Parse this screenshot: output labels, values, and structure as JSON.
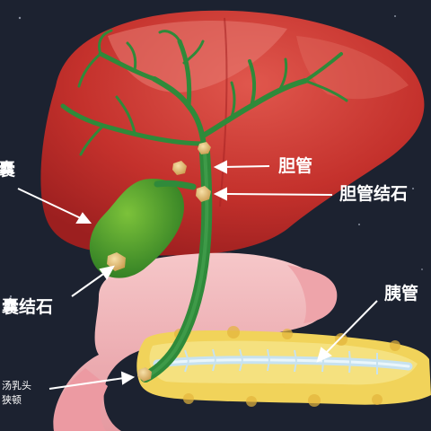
{
  "labels": {
    "gallbladder": "囊",
    "bile_duct": "胆管",
    "bile_duct_stone": "胆管结石",
    "gallbladder_stone": "囊结石",
    "pancreatic_duct": "胰管",
    "papilla_line1": "汤乳头",
    "papilla_line2": "狭顿"
  },
  "colors": {
    "background": "#1c2230",
    "liver": "#c4312c",
    "liver_light": "#e1695e",
    "bile_duct": "#2f8a3a",
    "gallbladder": "#4fa12b",
    "stone": "#e7c27a",
    "duodenum": "#f1b7ba",
    "pancreas": "#f1d35a",
    "pancreatic_duct": "#c7e2f0"
  }
}
